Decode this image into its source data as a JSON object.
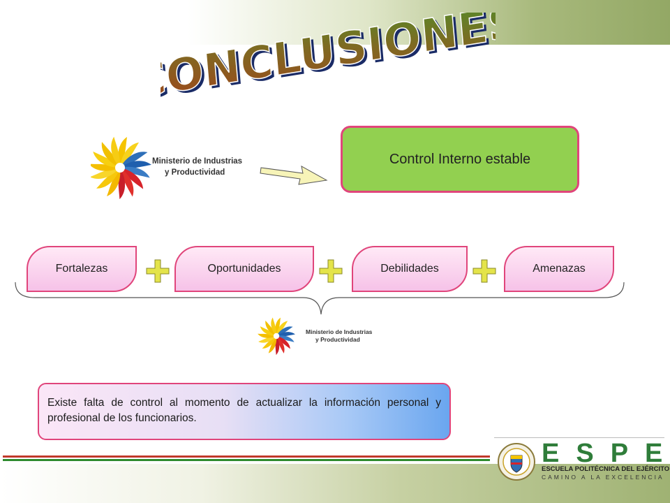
{
  "slide": {
    "title": "CONCLUSIONES"
  },
  "logo_top": {
    "line1": "Ministerio de Industrias",
    "line2": "y Productividad"
  },
  "logo_bottom": {
    "line1": "Ministerio de Industrias",
    "line2": "y Productividad"
  },
  "result_box": {
    "label": "Control Interno estable"
  },
  "swot": [
    {
      "label": "Fortalezas"
    },
    {
      "label": "Oportunidades"
    },
    {
      "label": "Debilidades"
    },
    {
      "label": "Amenazas"
    }
  ],
  "summary": {
    "text": "Existe falta de control al momento de actualizar la información personal y profesional de los funcionarios."
  },
  "footer": {
    "brand": "ESPE",
    "school": "ESCUELA POLITÉCNICA DEL EJÉRCITO",
    "motto": "CAMINO A LA EXCELENCIA"
  },
  "colors": {
    "title_fill": "#9a4d1c",
    "title_fill_bottom": "#5f8f2a",
    "result_green": "#92d050",
    "pink_border": "#e0457b",
    "plus_yellow": "#e4e44a",
    "espe_green": "#2f7d3a"
  }
}
